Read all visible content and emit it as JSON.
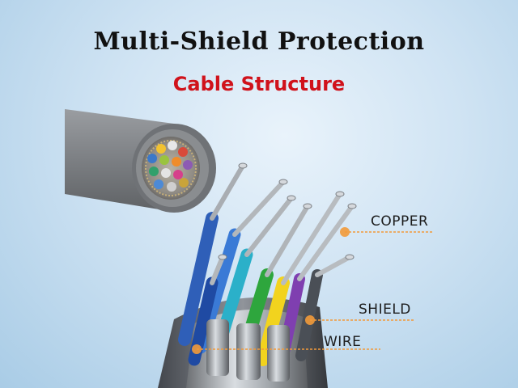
{
  "header": {
    "title": "Multi-Shield Protection",
    "subtitle": "Cable Structure"
  },
  "callouts": {
    "copper": "COPPER",
    "shield": "SHIELD",
    "wire": "WIRE"
  },
  "colors": {
    "title": "#111111",
    "subtitle": "#d0121b",
    "callout_dot": "#f29a3a",
    "jacket": "#8a8d90"
  },
  "icons": {
    "cable": "cable-cross-section-illustration",
    "wires": "exposed-wires-illustration"
  }
}
